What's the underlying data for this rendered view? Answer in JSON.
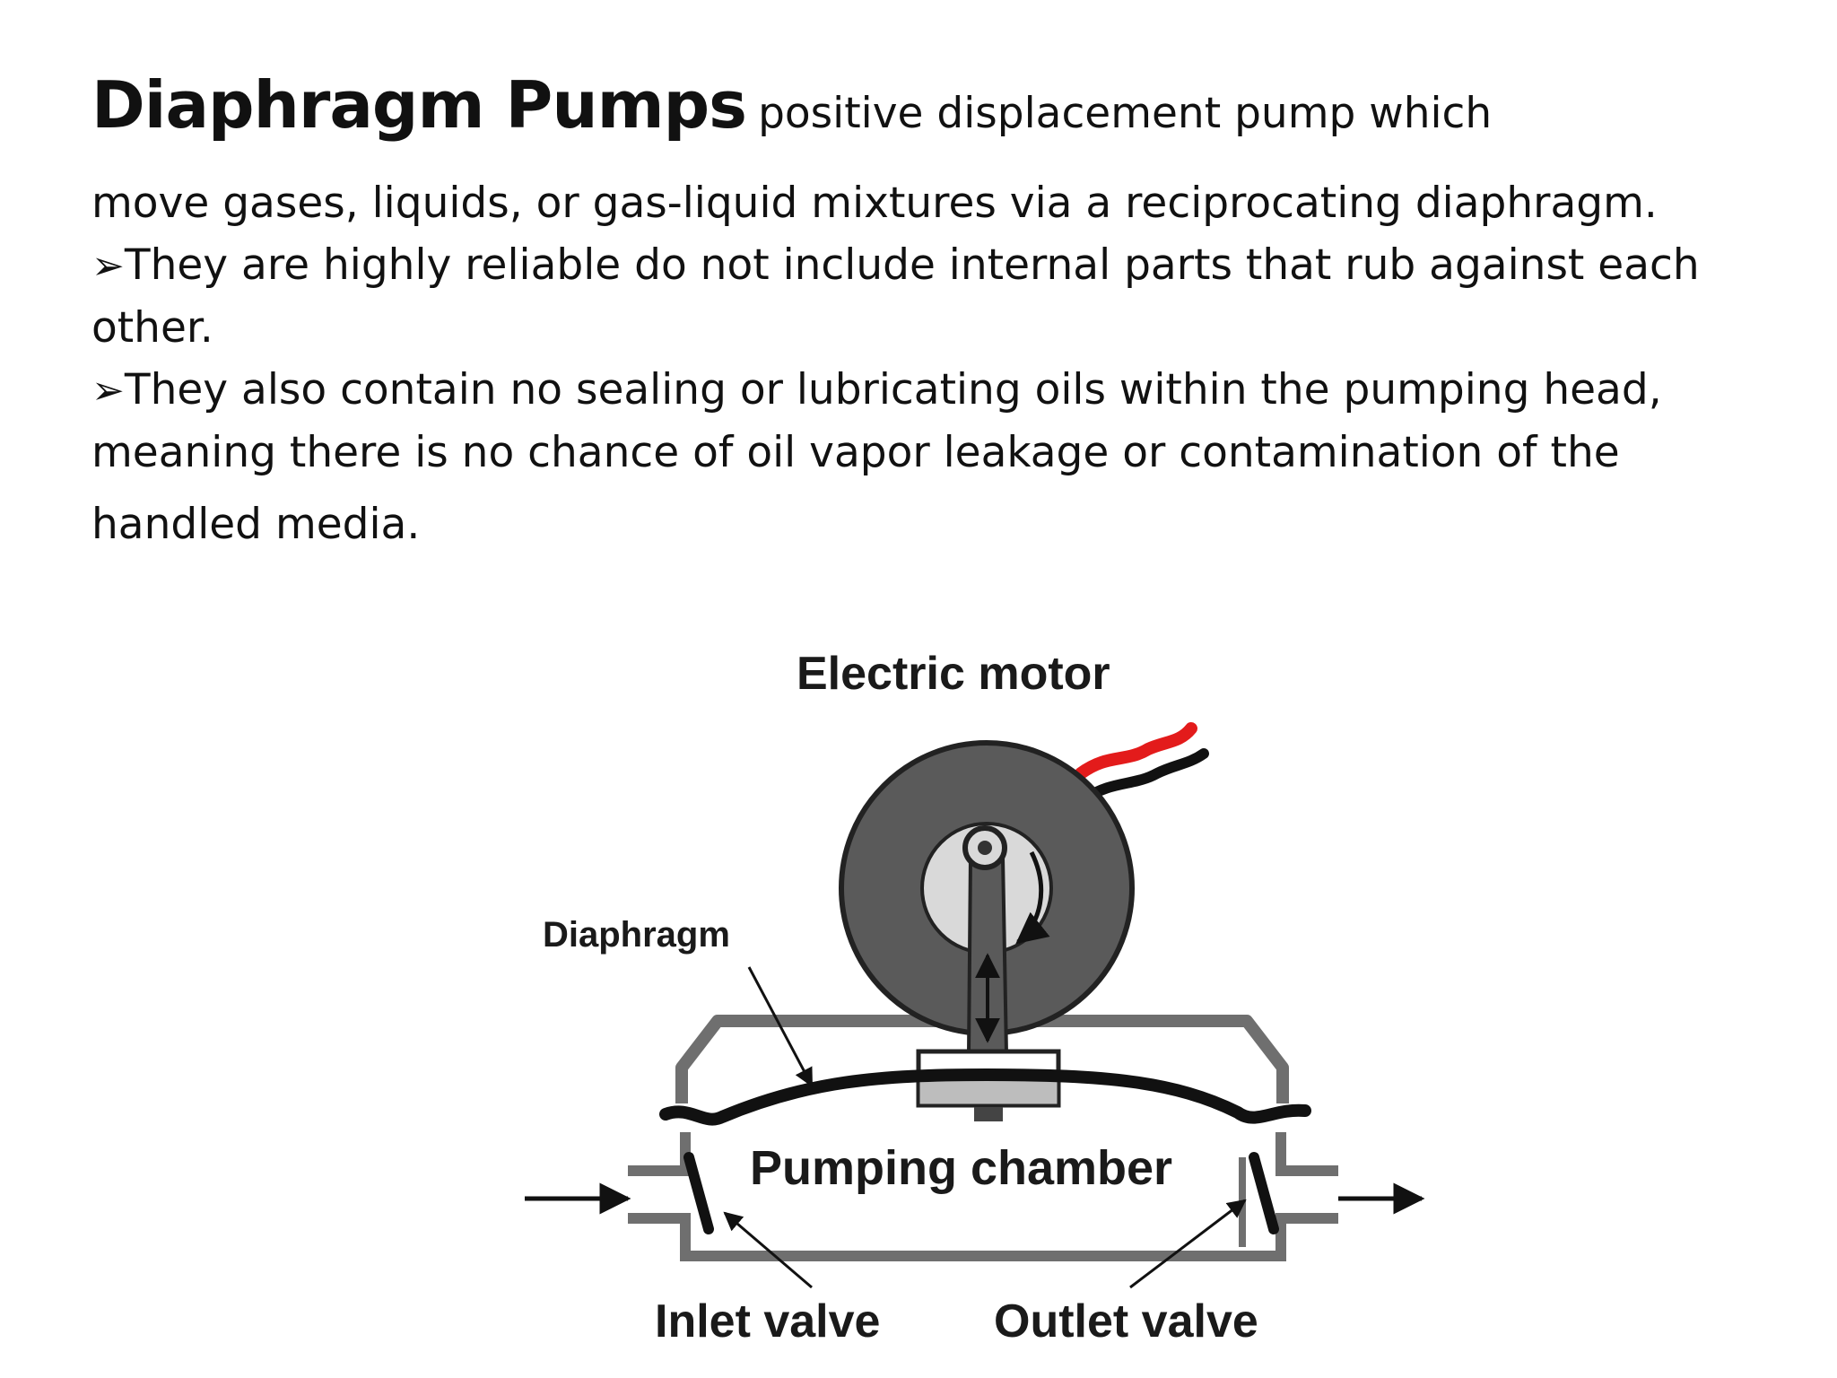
{
  "slide": {
    "title": "Diaphragm Pumps",
    "subtitle": "positive displacement pump which",
    "lines": [
      "move gases, liquids, or gas-liquid mixtures via a reciprocating diaphragm.",
      "They are highly reliable do not include internal parts that rub against each",
      "other.",
      "They also contain no sealing or lubricating oils within the pumping head,",
      "meaning there is no chance of oil vapor leakage or contamination of the",
      "handled media."
    ],
    "bullet_glyph": "➢"
  },
  "diagram": {
    "labels": {
      "motor": "Electric  motor",
      "diaphragm": "Diaphragm",
      "chamber": "Pumping  chamber",
      "inlet": "Inlet  valve",
      "outlet": "Outlet  valve"
    },
    "colors": {
      "motor_body": "#5a5a5a",
      "motor_window": "#d9d9d9",
      "housing": "#6f6f6f",
      "wire_hot": "#e31b1b",
      "wire_ground": "#111111"
    }
  }
}
